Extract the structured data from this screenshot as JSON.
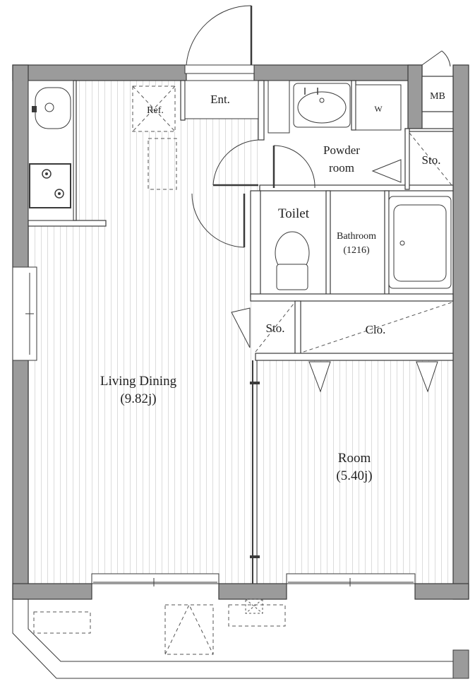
{
  "rooms": {
    "entrance": "Ent.",
    "refrigerator": "Ref.",
    "meter_box": "MB",
    "washer": "W",
    "powder_room_line1": "Powder",
    "powder_room_line2": "room",
    "storage_top": "Sto.",
    "toilet": "Toilet",
    "bathroom_name": "Bathroom",
    "bathroom_size": "(1216)",
    "storage_mid": "Sto.",
    "closet": "Clo.",
    "living_name": "Living Dining",
    "living_size": "(9.82j)",
    "room_name": "Room",
    "room_size": "(5.40j)"
  },
  "colors": {
    "wall": "#9b9b9b",
    "wall_outline": "#3a3a3a",
    "floor_line": "#dcdcdc",
    "fixture": "#444444"
  }
}
